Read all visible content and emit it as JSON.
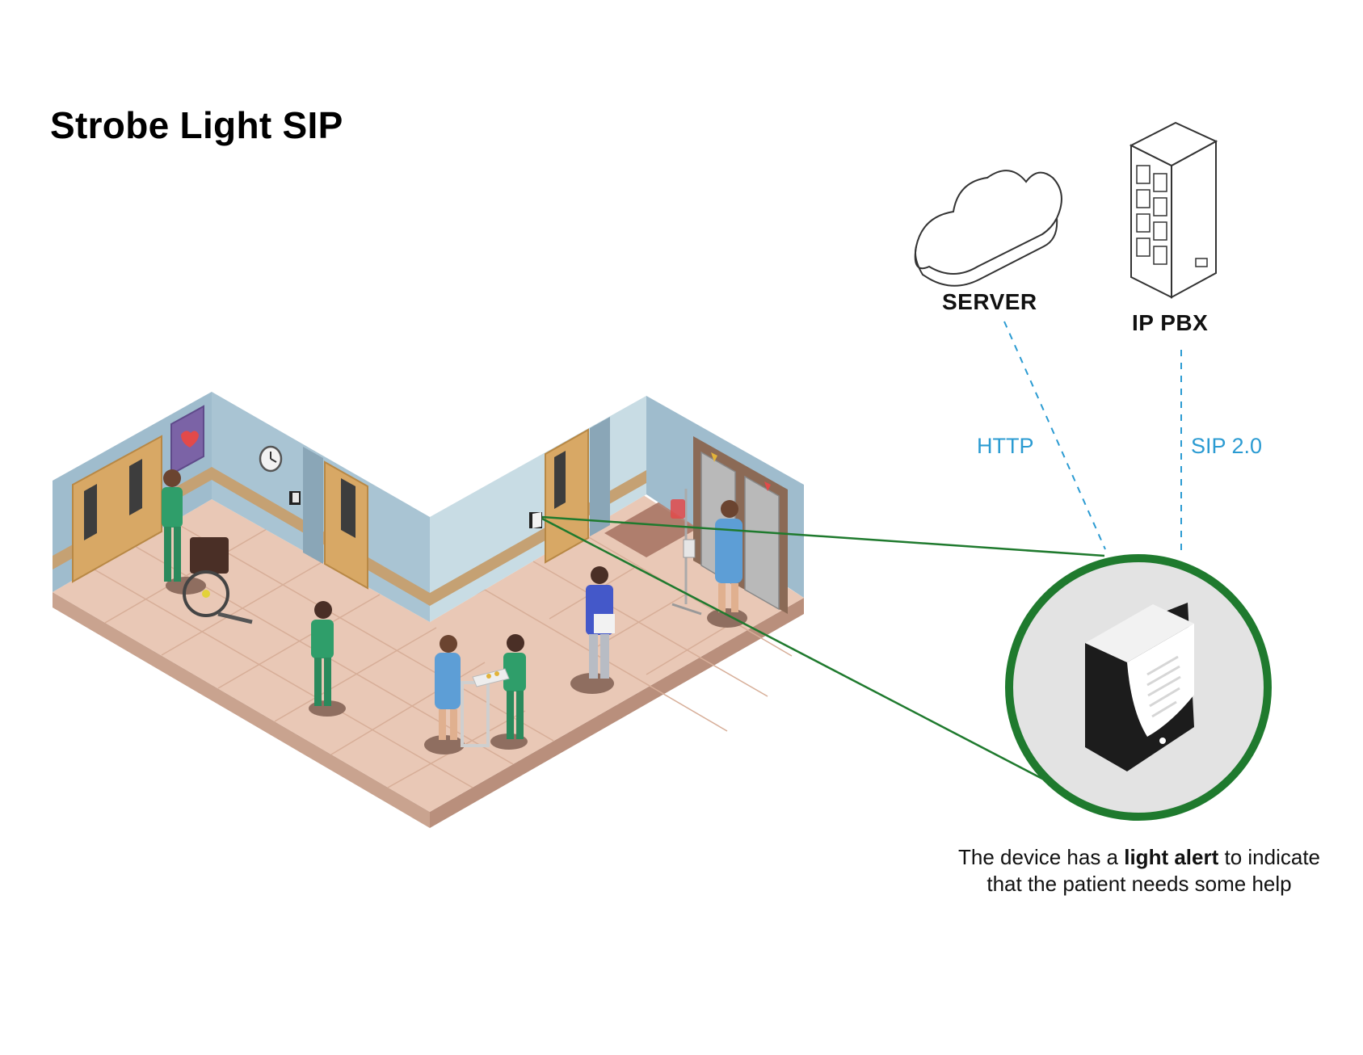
{
  "title": "Strobe Light SIP",
  "nodes": {
    "server": {
      "label": "SERVER",
      "icon": "cloud-icon"
    },
    "ip_pbx": {
      "label": "IP PBX",
      "icon": "server-rack-icon"
    }
  },
  "connections": {
    "http": {
      "label": "HTTP"
    },
    "sip": {
      "label": "SIP 2.0"
    }
  },
  "device": {
    "icon": "strobe-light-device-icon",
    "caption_part1": "The device has a ",
    "caption_bold": "light alert",
    "caption_part2": " to indicate that the patient needs some help"
  },
  "colors": {
    "link_blue": "#2b9bd2",
    "zoom_green": "#1f7a2e",
    "wall_blue": "#9fbccd",
    "floor_tile": "#e9c8b6",
    "scrubs_green": "#2f9e6a"
  }
}
